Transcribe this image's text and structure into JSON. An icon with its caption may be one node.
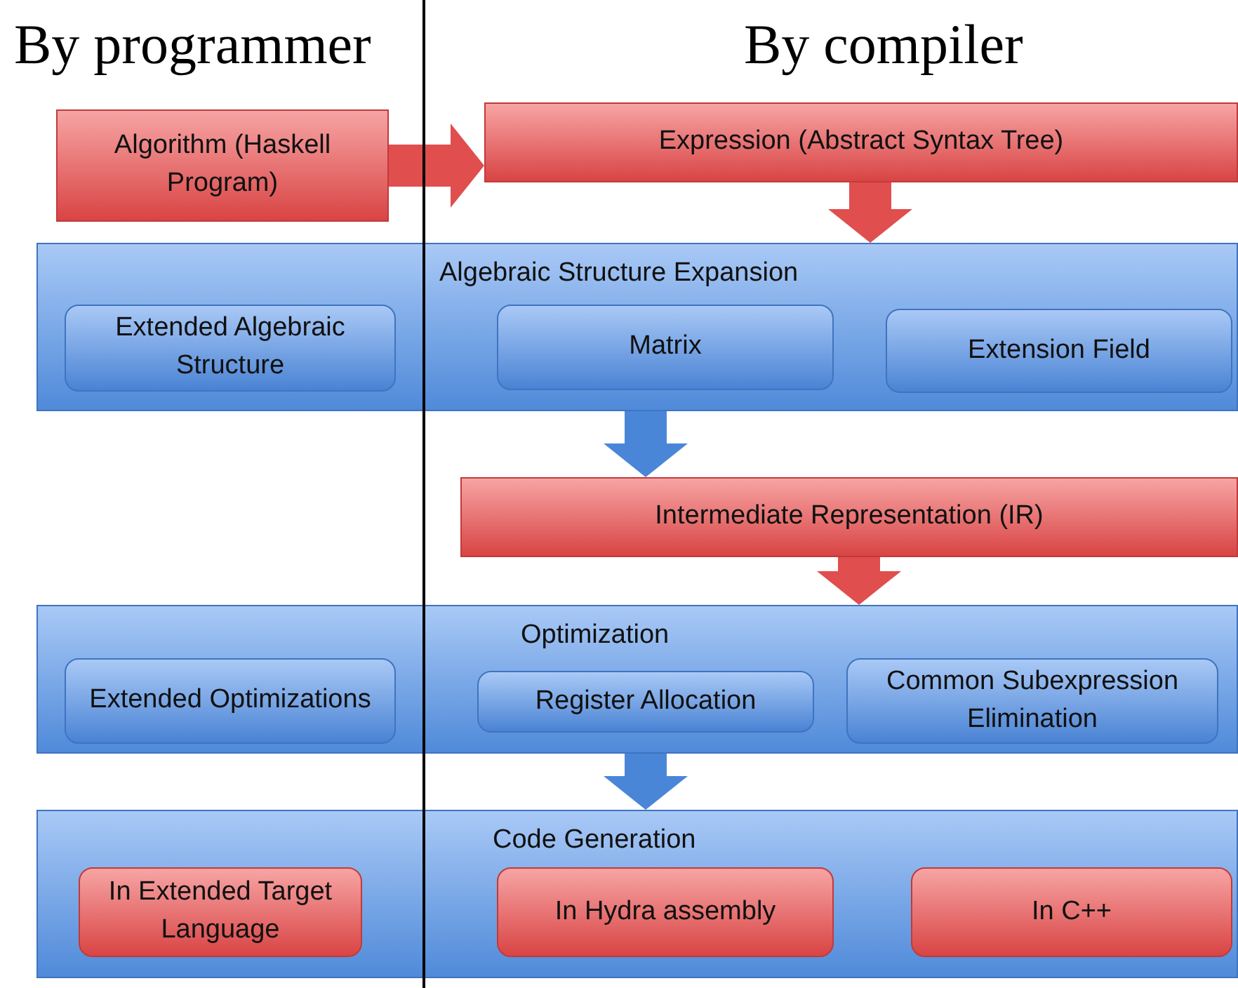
{
  "diagram": {
    "nodes": [
      {
        "text": [
          "Algorithm (Haskell Program)"
        ]
      },
      {
        "text": [
          "Expression (Abstract Syntax Tree)"
        ]
      },
      {
        "text": [
          "Algebraic Structure Expansion"
        ]
      },
      {
        "text": [
          "Extended Algebraic Structure"
        ],
        "in": 2
      },
      {
        "text": [
          "Matrix"
        ],
        "in": 2
      },
      {
        "text": [
          "Extension Field"
        ],
        "in": 2
      },
      {
        "text": [
          "Intermediate Representation (IR)"
        ]
      },
      {
        "text": [
          "Optimization"
        ]
      },
      {
        "text": [
          "Extended Optimizations"
        ],
        "in": 7
      },
      {
        "text": [
          "Register Allocation"
        ],
        "in": 7
      },
      {
        "text": [
          "Common Subexpression Elimination"
        ],
        "in": 7
      },
      {
        "text": [
          "Code Generation"
        ]
      },
      {
        "text": [
          "In Extended Target Language"
        ],
        "in": 11
      },
      {
        "text": [
          "In Hydra assembly"
        ],
        "in": 11
      },
      {
        "text": [
          "In C++"
        ],
        "in": 11
      }
    ],
    "edges": [
      {
        "from": 0,
        "to": 1,
        "arrow": "to",
        "style": "thick"
      },
      {
        "from": 1,
        "to": 2,
        "arrow": "to",
        "style": "thick"
      },
      {
        "from": 2,
        "to": 6,
        "arrow": "to",
        "style": "thick",
        "color": "#4a86d8"
      },
      {
        "from": 6,
        "to": 7,
        "arrow": "to",
        "style": "thick"
      },
      {
        "from": 7,
        "to": 11,
        "arrow": "to",
        "style": "thick",
        "color": "#4a86d8"
      }
    ],
    "labels": [
      "By programmer",
      "By compiler"
    ]
  }
}
